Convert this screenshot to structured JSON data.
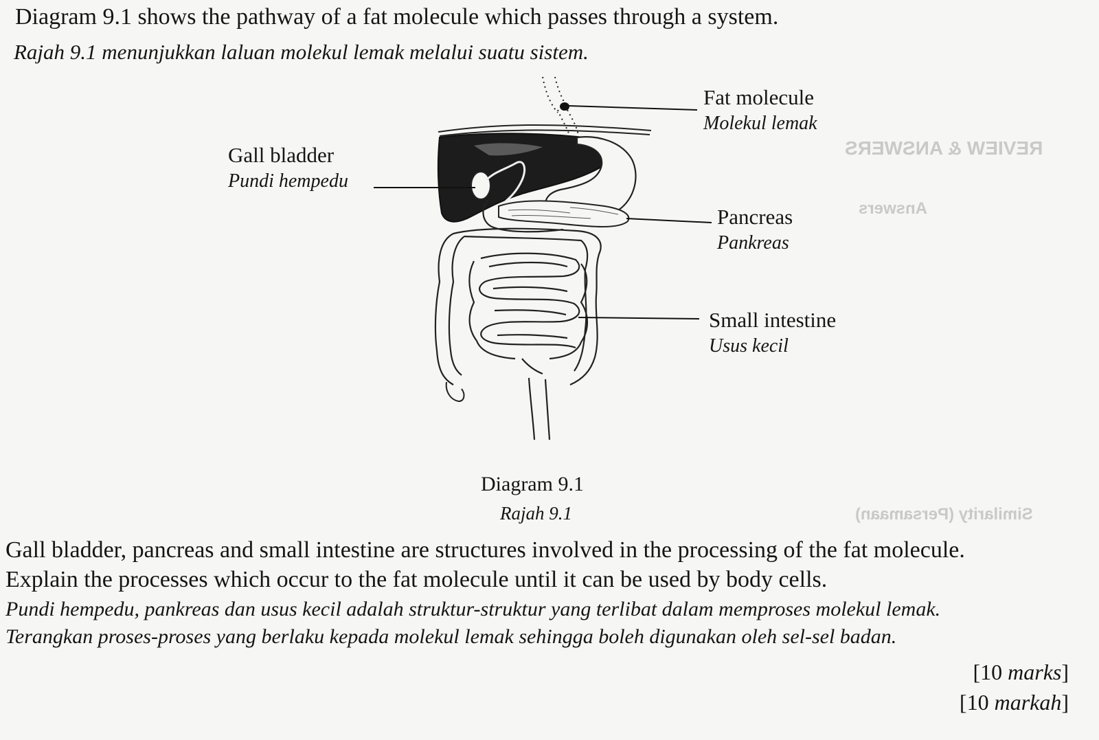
{
  "question": {
    "intro_en": "Diagram 9.1 shows the pathway of a fat molecule which passes through a system.",
    "intro_ms": "Rajah 9.1 menunjukkan laluan molekul lemak melalui suatu sistem.",
    "body_en_1": "Gall bladder, pancreas and small intestine are structures involved in the processing of the fat molecule.",
    "body_en_2": "Explain the processes which occur to the fat molecule until it can be used by body cells.",
    "body_ms_1": "Pundi hempedu, pankreas dan usus kecil adalah struktur-struktur yang terlibat dalam memproses molekul lemak.",
    "body_ms_2": "Terangkan proses-proses yang berlaku kepada molekul lemak sehingga boleh digunakan oleh sel-sel badan.",
    "marks_en_num": "[10 ",
    "marks_en_word": "marks",
    "marks_ms_num": "[10 ",
    "marks_ms_word": "markah",
    "marks_close": "]"
  },
  "diagram": {
    "labels": {
      "fat_en": "Fat molecule",
      "fat_ms": "Molekul lemak",
      "gall_en": "Gall bladder",
      "gall_ms": "Pundi hempedu",
      "pancreas_en": "Pancreas",
      "pancreas_ms": "Pankreas",
      "intestine_en": "Small intestine",
      "intestine_ms": "Usus kecil"
    },
    "caption_en": "Diagram 9.1",
    "caption_ms": "Rajah 9.1"
  },
  "bleed_through": {
    "heading": "REVIEW & ANSWERS",
    "answers": "Answers",
    "similarity": "Similarity (Persamaan)"
  }
}
